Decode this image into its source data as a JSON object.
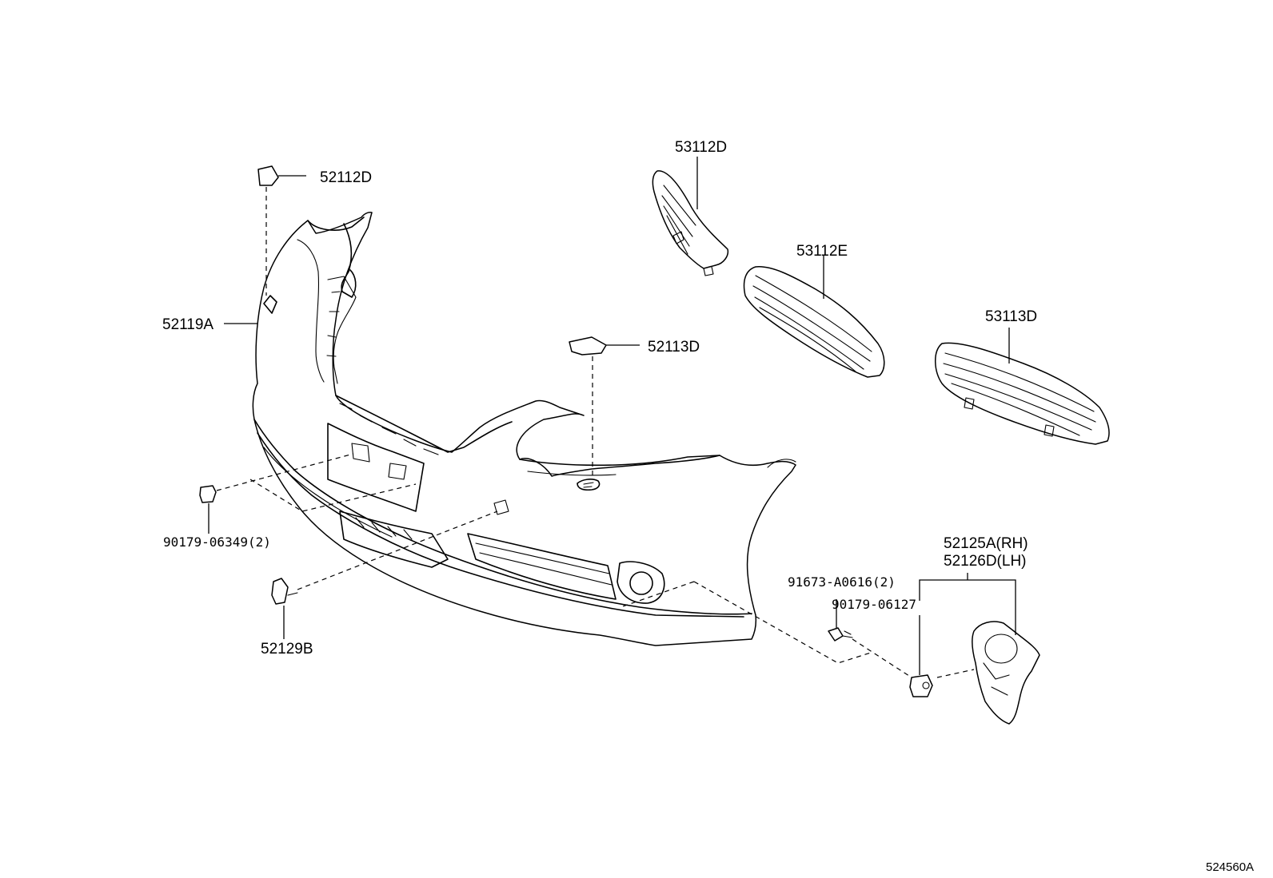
{
  "parts": {
    "p52112D": "52112D",
    "p52119A": "52119A",
    "p52113D": "52113D",
    "p53112D": "53112D",
    "p53112E": "53112E",
    "p53113D": "53113D",
    "p90179_06349": "90179-06349(2)",
    "p52129B": "52129B",
    "p52125A": "52125A(RH)",
    "p52126D": "52126D(LH)",
    "p91673": "91673-A0616(2)",
    "p90179_06127": "90179-06127"
  },
  "figure_number": "524560A"
}
